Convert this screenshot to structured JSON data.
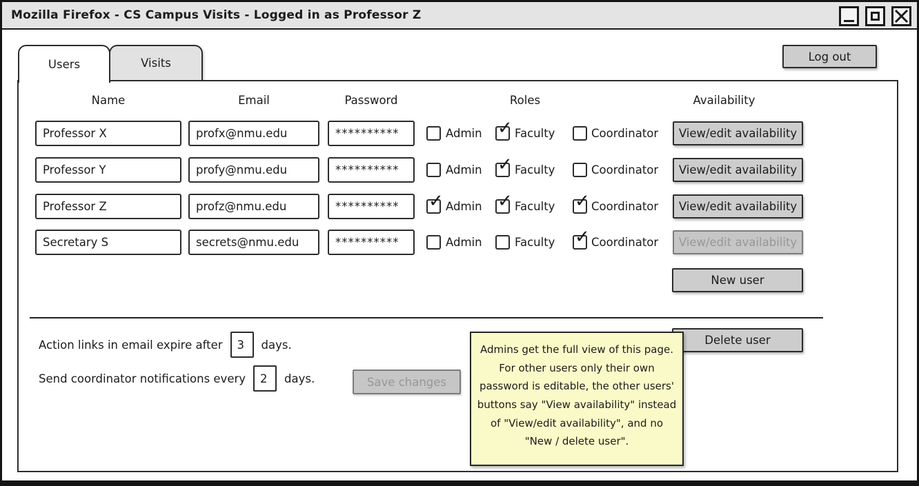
{
  "window": {
    "title": "Mozilla Firefox - CS Campus Visits - Logged in as Professor Z",
    "controls": {
      "minimize": "minimize",
      "maximize": "maximize",
      "close": "close"
    }
  },
  "tabs": [
    {
      "label": "Users",
      "active": true
    },
    {
      "label": "Visits",
      "active": false
    }
  ],
  "actions": {
    "logout": "Log out",
    "new_user": "New user",
    "delete_user": "Delete user",
    "save_changes": "Save changes",
    "save_changes_enabled": false
  },
  "table": {
    "headers": {
      "name": "Name",
      "email": "Email",
      "password": "Password",
      "roles": "Roles",
      "availability": "Availability"
    },
    "role_labels": [
      "Admin",
      "Faculty",
      "Coordinator"
    ],
    "rows": [
      {
        "name": "Professor X",
        "email": "profx@nmu.edu",
        "password": "**********",
        "roles": {
          "admin": false,
          "faculty": true,
          "coordinator": false
        },
        "availability_label": "View/edit availability",
        "availability_enabled": true
      },
      {
        "name": "Professor Y",
        "email": "profy@nmu.edu",
        "password": "**********",
        "roles": {
          "admin": false,
          "faculty": true,
          "coordinator": false
        },
        "availability_label": "View/edit availability",
        "availability_enabled": true
      },
      {
        "name": "Professor Z",
        "email": "profz@nmu.edu",
        "password": "**********",
        "roles": {
          "admin": true,
          "faculty": true,
          "coordinator": true
        },
        "availability_label": "View/edit availability",
        "availability_enabled": true
      },
      {
        "name": "Secretary S",
        "email": "secrets@nmu.edu",
        "password": "**********",
        "roles": {
          "admin": false,
          "faculty": false,
          "coordinator": true
        },
        "availability_label": "View/edit availability",
        "availability_enabled": false
      }
    ]
  },
  "settings": [
    {
      "prefix": "Action links in email expire after",
      "value": "3",
      "suffix": "days."
    },
    {
      "prefix": "Send coordinator notifications every",
      "value": "2",
      "suffix": "days."
    }
  ],
  "note": {
    "text": "Admins get the full view of this page. For other users only their own password is editable, the other users' buttons say \"View availability\" instead of \"View/edit availability\", and no \"New / delete user\"."
  },
  "colors": {
    "titlebar_bg": "#e4e4e4",
    "button_bg": "#cdcdcd",
    "inactive_tab_bg": "#e2e2e2",
    "note_bg": "#fafac8",
    "border": "#2c2c2c",
    "disabled_text": "#979797"
  }
}
